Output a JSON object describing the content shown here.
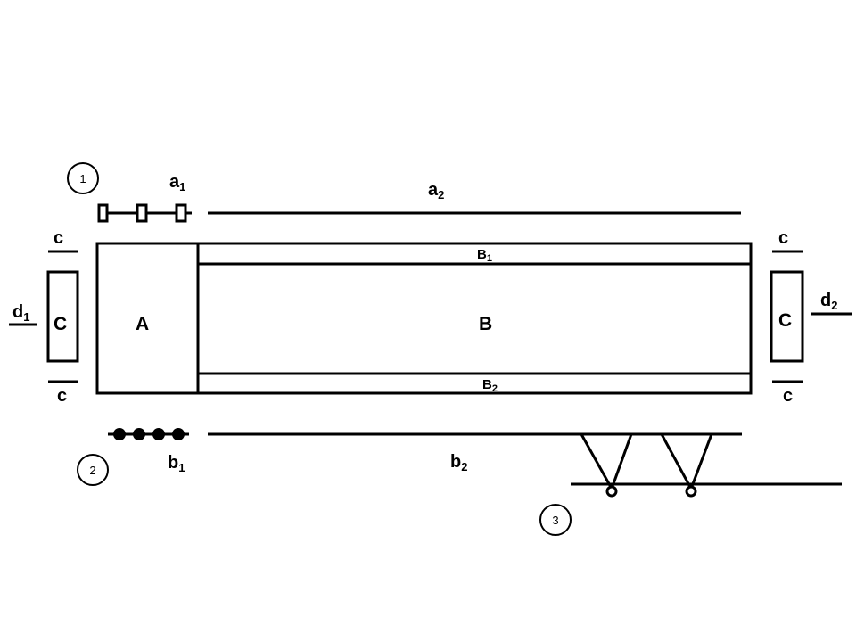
{
  "diagram": {
    "markers": {
      "m1": "1",
      "m2": "2",
      "m3": "3"
    },
    "labels": {
      "a1": {
        "base": "a",
        "sub": "1"
      },
      "a2": {
        "base": "a",
        "sub": "2"
      },
      "b1": {
        "base": "b",
        "sub": "1"
      },
      "b2": {
        "base": "b",
        "sub": "2"
      },
      "d1": {
        "base": "d",
        "sub": "1"
      },
      "d2": {
        "base": "d",
        "sub": "2"
      },
      "B1": {
        "base": "B",
        "sub": "1"
      },
      "B2": {
        "base": "B",
        "sub": "2"
      },
      "A": "A",
      "B": "B",
      "C_left": "C",
      "C_right": "C",
      "c_top_left": "c",
      "c_bottom_left": "c",
      "c_top_right": "c",
      "c_bottom_right": "c"
    }
  }
}
